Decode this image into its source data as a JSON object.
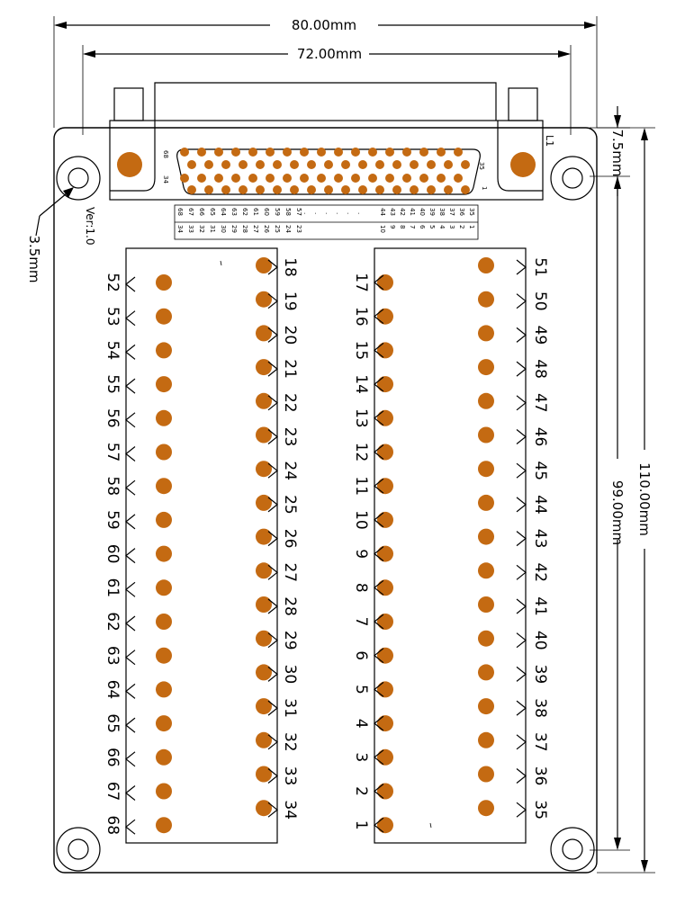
{
  "dimensions": {
    "overall_width": "80.00mm",
    "connector_span": "72.00mm",
    "overall_height": "110.00mm",
    "terminal_pitch_span": "99.00mm",
    "top_offset": "7.5mm",
    "hole_diameter": "3.5mm"
  },
  "labels": {
    "version": "Ver:1.0",
    "marker": "L1",
    "conn_pin_68": "68",
    "conn_pin_34": "34",
    "conn_pin_35": "35",
    "conn_pin_1": "1"
  },
  "colors": {
    "pad": "#c46a12",
    "line": "#000000",
    "board": "#ffffff"
  },
  "pin_map": {
    "row1": [
      "35",
      "1"
    ],
    "row2": [
      "36",
      "2"
    ],
    "row3": [
      "37",
      "3"
    ],
    "row4": [
      "38",
      "4"
    ],
    "row5": [
      "39",
      "5"
    ],
    "row6": [
      "40",
      "6"
    ],
    "row7": [
      "41",
      "7"
    ],
    "row8": [
      "42",
      "8"
    ],
    "row9": [
      "43",
      "9"
    ],
    "row10": [
      "44",
      "10"
    ],
    "gap": [
      "·",
      "·",
      "·",
      "·",
      "·",
      "·"
    ],
    "row_a": [
      "57",
      "23"
    ],
    "row_b": [
      "58",
      "24"
    ],
    "row_c": [
      "59",
      "25"
    ],
    "row_d": [
      "60",
      "26"
    ],
    "row_e": [
      "61",
      "27"
    ],
    "row_f": [
      "62",
      "28"
    ],
    "row_g": [
      "63",
      "29"
    ],
    "row_h": [
      "64",
      "30"
    ],
    "row_i": [
      "65",
      "31"
    ],
    "row_j": [
      "66",
      "32"
    ],
    "row_k": [
      "67",
      "33"
    ],
    "row_l": [
      "68",
      "34"
    ]
  },
  "terminals": {
    "left_outer": [
      "52",
      "53",
      "54",
      "55",
      "56",
      "57",
      "58",
      "59",
      "60",
      "61",
      "62",
      "63",
      "64",
      "65",
      "66",
      "67",
      "68"
    ],
    "left_inner": [
      "18",
      "19",
      "20",
      "21",
      "22",
      "23",
      "24",
      "25",
      "26",
      "27",
      "28",
      "29",
      "30",
      "31",
      "32",
      "33",
      "34"
    ],
    "right_inner": [
      "17",
      "16",
      "15",
      "14",
      "13",
      "12",
      "11",
      "10",
      "9",
      "8",
      "7",
      "6",
      "5",
      "4",
      "3",
      "2",
      "1"
    ],
    "right_outer": [
      "51",
      "50",
      "49",
      "48",
      "47",
      "46",
      "45",
      "44",
      "43",
      "42",
      "41",
      "40",
      "39",
      "38",
      "37",
      "36",
      "35"
    ]
  }
}
